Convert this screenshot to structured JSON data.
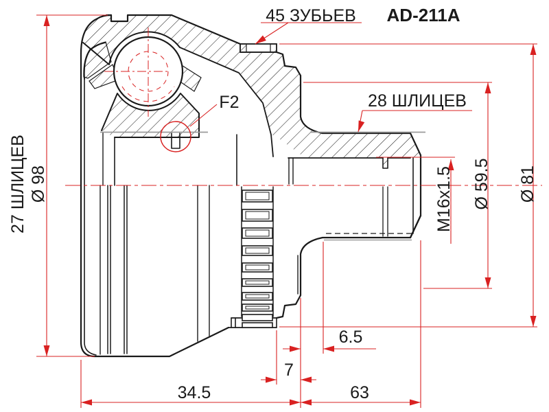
{
  "drawing": {
    "part_number": "AD-211A",
    "type_note": "CV joint outer — section drawing",
    "accent_color": "#d92121",
    "line_color": "#1a1a1a"
  },
  "callouts": {
    "teeth": "45 ЗУБЬЕВ",
    "shaft_splines": "28 ШЛИЦЕВ",
    "hub_splines": "27 ШЛИЦЕВ",
    "detail": "F2"
  },
  "dimensions": {
    "hub_od": "Ø 98",
    "ring_od": "Ø 81",
    "shoulder_dia": "Ø 59.5",
    "thread": "M16x1.5",
    "bell_length": "34.5",
    "shaft_length": "63",
    "groove_width": "7",
    "collar_width": "6.5"
  }
}
